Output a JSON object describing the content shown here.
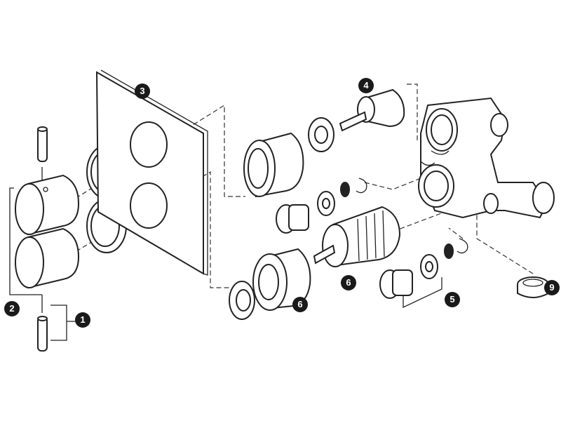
{
  "diagram": {
    "type": "exploded parts diagram",
    "callouts": [
      {
        "id": "c1",
        "label": "1"
      },
      {
        "id": "c2",
        "label": "2"
      },
      {
        "id": "c3",
        "label": "3"
      },
      {
        "id": "c4",
        "label": "4"
      },
      {
        "id": "c5",
        "label": "5"
      },
      {
        "id": "c6a",
        "label": "6"
      },
      {
        "id": "c6b",
        "label": "6"
      },
      {
        "id": "c9",
        "label": "9"
      }
    ],
    "colors": {
      "ink": "#222222",
      "badge": "#1a1a1a",
      "background": "#ffffff"
    }
  }
}
